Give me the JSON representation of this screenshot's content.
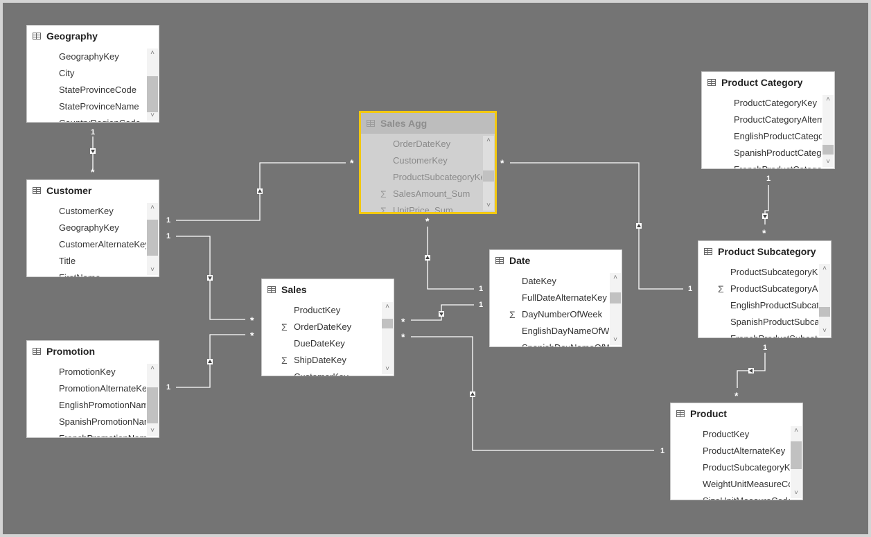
{
  "tables": [
    {
      "id": "geography",
      "title": "Geography",
      "fields": [
        {
          "name": "GeographyKey"
        },
        {
          "name": "City"
        },
        {
          "name": "StateProvinceCode"
        },
        {
          "name": "StateProvinceName"
        },
        {
          "name": "CountryRegionCode"
        }
      ]
    },
    {
      "id": "customer",
      "title": "Customer",
      "fields": [
        {
          "name": "CustomerKey"
        },
        {
          "name": "GeographyKey"
        },
        {
          "name": "CustomerAlternateKey"
        },
        {
          "name": "Title"
        },
        {
          "name": "FirstName"
        }
      ]
    },
    {
      "id": "promotion",
      "title": "Promotion",
      "fields": [
        {
          "name": "PromotionKey"
        },
        {
          "name": "PromotionAlternateKey"
        },
        {
          "name": "EnglishPromotionName"
        },
        {
          "name": "SpanishPromotionName"
        },
        {
          "name": "FrenchPromotionName"
        }
      ]
    },
    {
      "id": "sales",
      "title": "Sales",
      "fields": [
        {
          "name": "ProductKey"
        },
        {
          "name": "OrderDateKey",
          "sigma": true
        },
        {
          "name": "DueDateKey"
        },
        {
          "name": "ShipDateKey",
          "sigma": true
        },
        {
          "name": "CustomerKey"
        }
      ]
    },
    {
      "id": "sales-agg",
      "title": "Sales Agg",
      "selected": true,
      "fields": [
        {
          "name": "OrderDateKey"
        },
        {
          "name": "CustomerKey"
        },
        {
          "name": "ProductSubcategoryKey"
        },
        {
          "name": "SalesAmount_Sum",
          "sigma": true
        },
        {
          "name": "UnitPrice_Sum",
          "sigma": true
        }
      ]
    },
    {
      "id": "date",
      "title": "Date",
      "fields": [
        {
          "name": "DateKey"
        },
        {
          "name": "FullDateAlternateKey"
        },
        {
          "name": "DayNumberOfWeek",
          "sigma": true
        },
        {
          "name": "EnglishDayNameOfWeek"
        },
        {
          "name": "SpanishDayNameOfWeek"
        }
      ]
    },
    {
      "id": "product-category",
      "title": "Product Category",
      "fields": [
        {
          "name": "ProductCategoryKey"
        },
        {
          "name": "ProductCategoryAlternateKey"
        },
        {
          "name": "EnglishProductCategoryName"
        },
        {
          "name": "SpanishProductCategoryName"
        },
        {
          "name": "FrenchProductCategoryName"
        }
      ]
    },
    {
      "id": "product-subcategory",
      "title": "Product Subcategory",
      "fields": [
        {
          "name": "ProductSubcategoryKey"
        },
        {
          "name": "ProductSubcategoryAlternateKey",
          "sigma": true
        },
        {
          "name": "EnglishProductSubcategoryName"
        },
        {
          "name": "SpanishProductSubcategoryName"
        },
        {
          "name": "FrenchProductSubcategoryName"
        }
      ]
    },
    {
      "id": "product",
      "title": "Product",
      "fields": [
        {
          "name": "ProductKey"
        },
        {
          "name": "ProductAlternateKey"
        },
        {
          "name": "ProductSubcategoryKey"
        },
        {
          "name": "WeightUnitMeasureCode"
        },
        {
          "name": "SizeUnitMeasureCode"
        }
      ]
    }
  ],
  "relationships": [
    {
      "id": "geography-customer",
      "one_label": "1",
      "many_label": "*"
    },
    {
      "id": "customer-salesagg",
      "one_label": "1",
      "many_label": "*"
    },
    {
      "id": "customer-sales",
      "one_label": "1",
      "many_label": "*"
    },
    {
      "id": "promotion-sales",
      "one_label": "1",
      "many_label": "*"
    },
    {
      "id": "date-salesagg",
      "one_label": "1",
      "many_label": "*"
    },
    {
      "id": "date-sales",
      "one_label": "1",
      "many_label": "*"
    },
    {
      "id": "product-sales",
      "one_label": "1",
      "many_label": "*"
    },
    {
      "id": "productsubcategory-salesagg",
      "one_label": "1",
      "many_label": "*"
    },
    {
      "id": "productcategory-productsubcategory",
      "one_label": "1",
      "many_label": "*"
    },
    {
      "id": "productsubcategory-product",
      "one_label": "1",
      "many_label": "*"
    }
  ],
  "colors": {
    "canvas": "#747474",
    "selected_border": "#f2c811",
    "line": "#ffffff"
  }
}
